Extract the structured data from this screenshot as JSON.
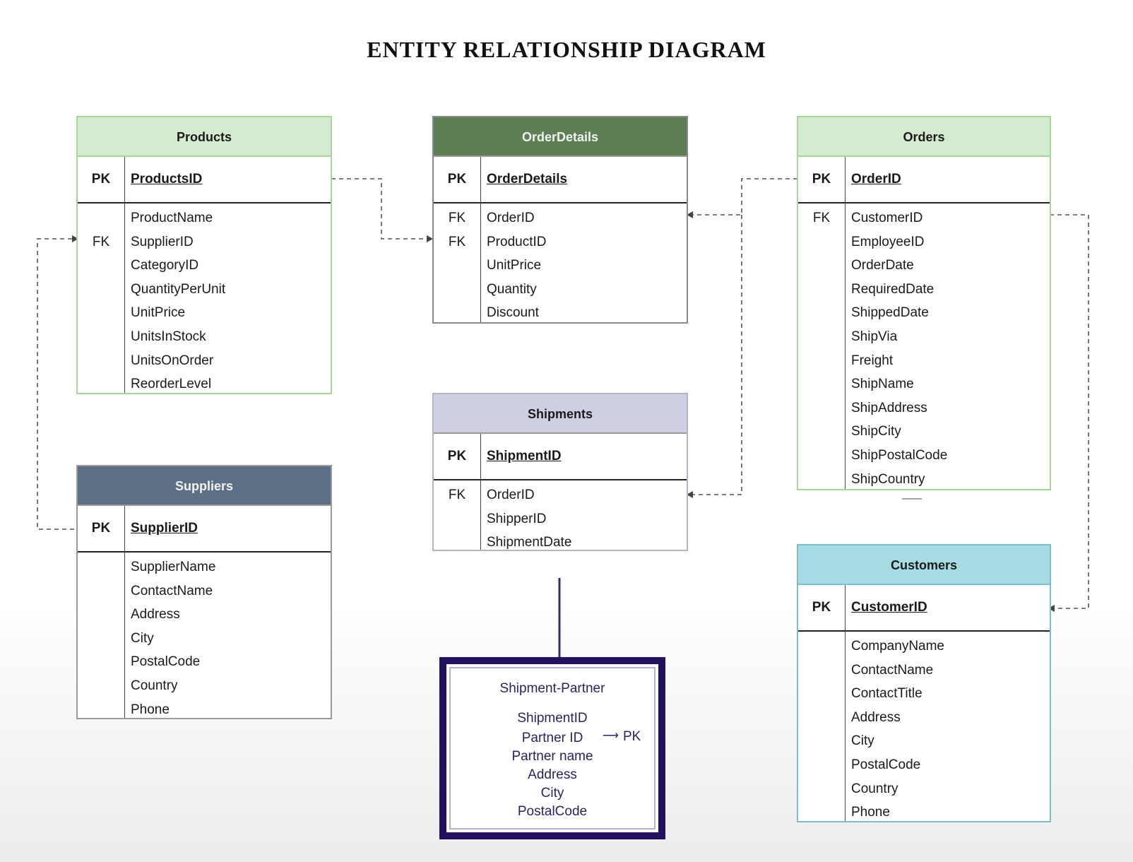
{
  "title": "ENTITY RELATIONSHIP DIAGRAM",
  "entities": {
    "products": {
      "name": "Products",
      "pk_label": "PK",
      "pk": "ProductsID",
      "fields": [
        {
          "key": "",
          "name": "ProductName"
        },
        {
          "key": "FK",
          "name": "SupplierID"
        },
        {
          "key": "",
          "name": "CategoryID"
        },
        {
          "key": "",
          "name": "QuantityPerUnit"
        },
        {
          "key": "",
          "name": "UnitPrice"
        },
        {
          "key": "",
          "name": "UnitsInStock"
        },
        {
          "key": "",
          "name": "UnitsOnOrder"
        },
        {
          "key": "",
          "name": "ReorderLevel"
        }
      ]
    },
    "orderdetails": {
      "name": "OrderDetails",
      "pk_label": "PK",
      "pk": "OrderDetails",
      "fields": [
        {
          "key": "FK",
          "name": "OrderID"
        },
        {
          "key": "FK",
          "name": "ProductID"
        },
        {
          "key": "",
          "name": "UnitPrice"
        },
        {
          "key": "",
          "name": "Quantity"
        },
        {
          "key": "",
          "name": "Discount"
        }
      ]
    },
    "orders": {
      "name": "Orders",
      "pk_label": "PK",
      "pk": "OrderID",
      "fields": [
        {
          "key": "FK",
          "name": "CustomerID"
        },
        {
          "key": "",
          "name": "EmployeeID"
        },
        {
          "key": "",
          "name": "OrderDate"
        },
        {
          "key": "",
          "name": "RequiredDate"
        },
        {
          "key": "",
          "name": "ShippedDate"
        },
        {
          "key": "",
          "name": "ShipVia"
        },
        {
          "key": "",
          "name": "Freight"
        },
        {
          "key": "",
          "name": "ShipName"
        },
        {
          "key": "",
          "name": "ShipAddress"
        },
        {
          "key": "",
          "name": "ShipCity"
        },
        {
          "key": "",
          "name": "ShipPostalCode"
        },
        {
          "key": "",
          "name": "ShipCountry"
        }
      ]
    },
    "suppliers": {
      "name": "Suppliers",
      "pk_label": "PK",
      "pk": "SupplierID",
      "fields": [
        {
          "key": "",
          "name": "SupplierName"
        },
        {
          "key": "",
          "name": "ContactName"
        },
        {
          "key": "",
          "name": "Address"
        },
        {
          "key": "",
          "name": "City"
        },
        {
          "key": "",
          "name": "PostalCode"
        },
        {
          "key": "",
          "name": "Country"
        },
        {
          "key": "",
          "name": "Phone"
        }
      ]
    },
    "shipments": {
      "name": "Shipments",
      "pk_label": "PK",
      "pk": "ShipmentID",
      "fields": [
        {
          "key": "FK",
          "name": "OrderID"
        },
        {
          "key": "",
          "name": "ShipperID"
        },
        {
          "key": "",
          "name": "ShipmentDate"
        }
      ]
    },
    "customers": {
      "name": "Customers",
      "pk_label": "PK",
      "pk": "CustomerID",
      "fields": [
        {
          "key": "",
          "name": "CompanyName"
        },
        {
          "key": "",
          "name": "ContactName"
        },
        {
          "key": "",
          "name": "ContactTitle"
        },
        {
          "key": "",
          "name": "Address"
        },
        {
          "key": "",
          "name": "City"
        },
        {
          "key": "",
          "name": "PostalCode"
        },
        {
          "key": "",
          "name": "Country"
        },
        {
          "key": "",
          "name": "Phone"
        }
      ]
    }
  },
  "shipment_partner": {
    "title": "Shipment-Partner",
    "lines": [
      "ShipmentID",
      "Partner ID",
      "Partner name",
      "Address",
      "City",
      "PostalCode"
    ],
    "pk_note": "PK"
  }
}
